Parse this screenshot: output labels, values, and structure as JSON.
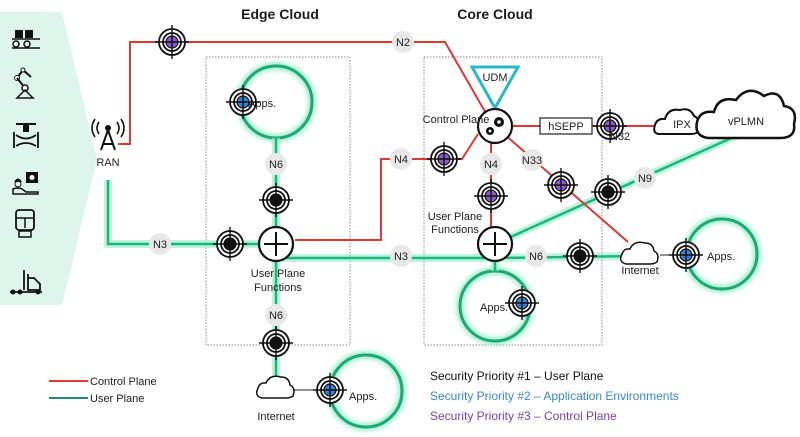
{
  "titles": {
    "edge_cloud": "Edge Cloud",
    "core_cloud": "Core Cloud"
  },
  "nodes": {
    "ran": "RAN",
    "edge_upf": "User Plane Functions",
    "core_upf": "User Plane Functions",
    "control_plane": "Control Plane",
    "udm": "UDM",
    "hsepp": "hSEPP",
    "ipx": "IPX",
    "vplmn": "vPLMN",
    "internet_core": "Internet",
    "internet_edge": "Internet",
    "apps_edge_top": "Apps.",
    "apps_core": "Apps.",
    "apps_internet_right": "Apps.",
    "apps_internet_bottom": "Apps."
  },
  "interfaces": {
    "n2": "N2",
    "n3_ran": "N3",
    "n3_core": "N3",
    "n4_edge": "N4",
    "n4_core": "N4",
    "n6_edge_top": "N6",
    "n6_edge_bottom": "N6",
    "n6_core": "N6",
    "n9": "N9",
    "n32": "N32",
    "n33": "N33"
  },
  "device_icons": [
    "conveyor-icon",
    "robot-arm-icon",
    "valve-icon",
    "worker-icon",
    "train-icon",
    "truck-icon"
  ],
  "legend": {
    "control_plane": "Control Plane",
    "user_plane": "User Plane"
  },
  "priorities": [
    {
      "text": "Security Priority #1 – User Plane",
      "color": "#111111"
    },
    {
      "text": "Security Priority #2 – Application Environments",
      "color": "#3a86d4"
    },
    {
      "text": "Security Priority #3 – Control Plane",
      "color": "#7a3fb0"
    }
  ],
  "colors": {
    "control_plane": "#d93a33",
    "user_plane": "#1fb67c",
    "priority_user_plane": "#111111",
    "priority_app": "#3a7fd5",
    "priority_control": "#8a58cf",
    "udm": "#2ab8c8",
    "device_panel": "#def5ec"
  }
}
